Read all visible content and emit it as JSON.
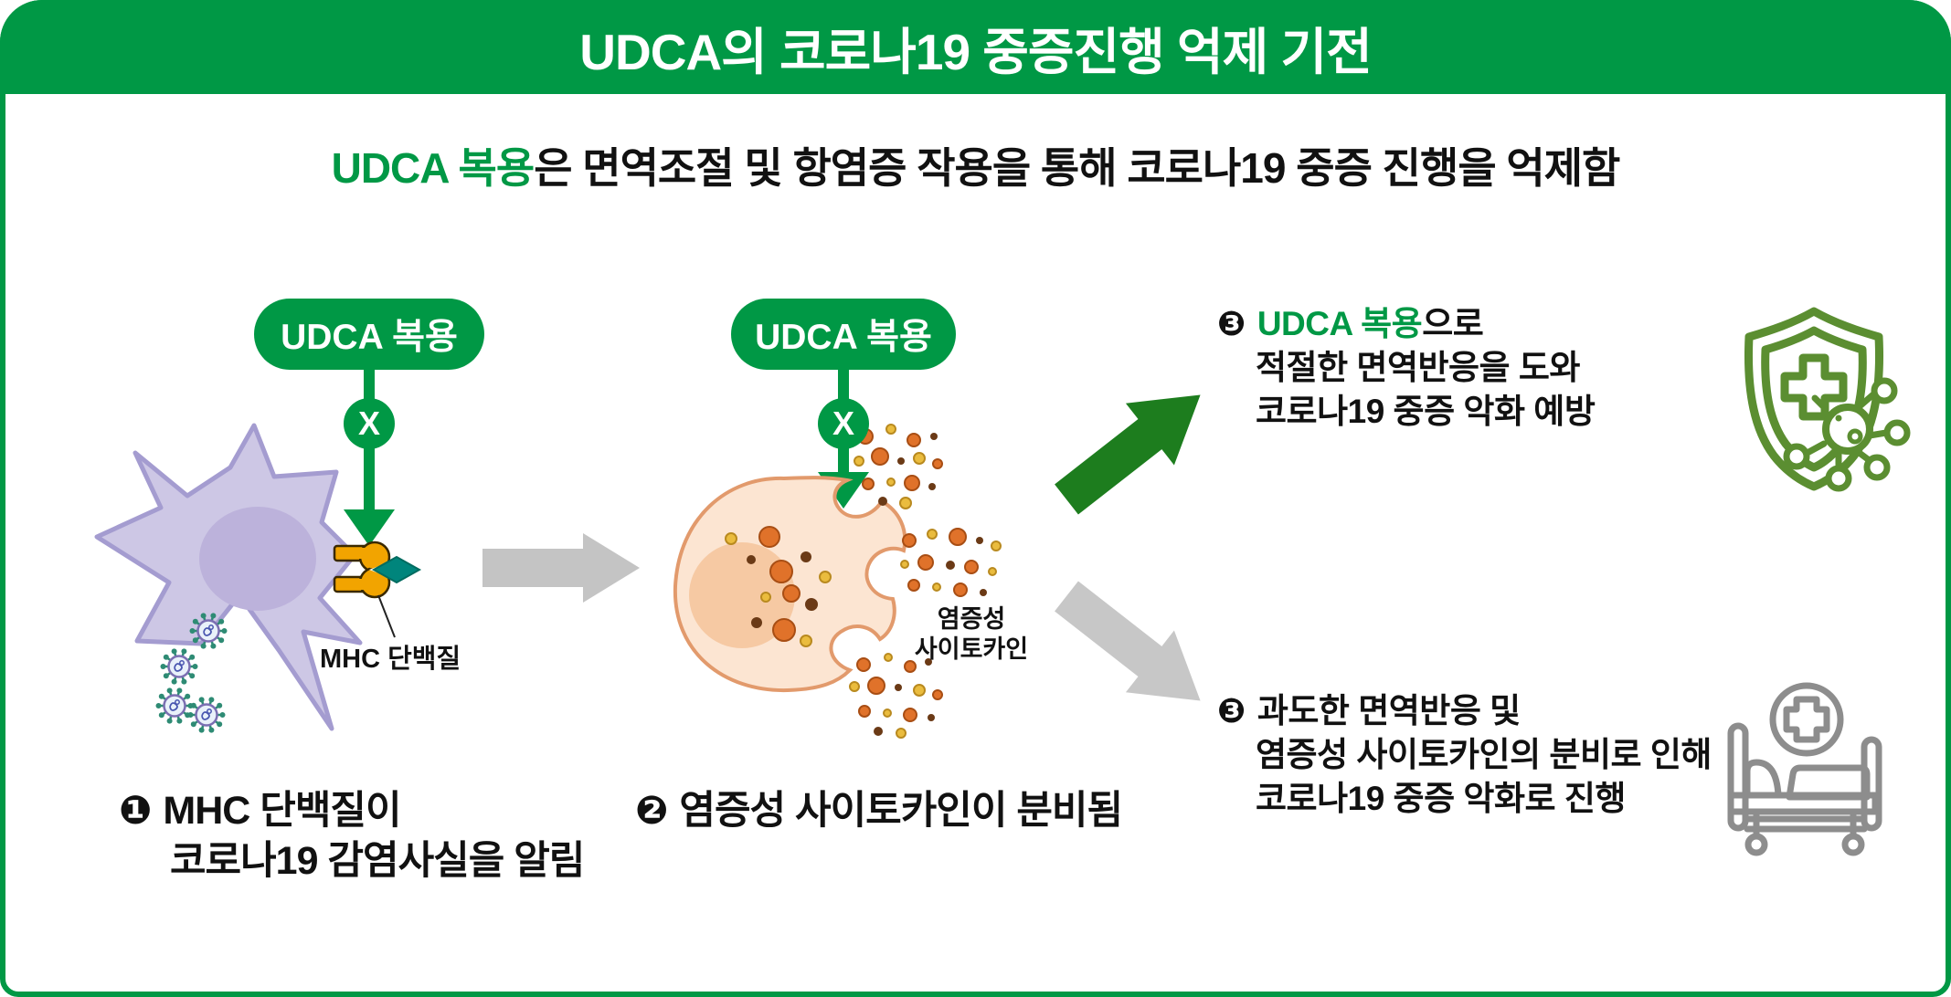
{
  "header": {
    "title": "UDCA의 코로나19 중증진행 억제 기전"
  },
  "subtitle": {
    "highlight": "UDCA 복용",
    "rest": "은 면역조절 및 항염증 작용을 통해 코로나19 중증 진행을 억제함"
  },
  "pills": {
    "label": "UDCA 복용",
    "block_mark": "X"
  },
  "labels": {
    "mhc": "MHC 단백질",
    "cytokine_line1": "염증성",
    "cytokine_line2": "사이토카인"
  },
  "steps": {
    "step1": {
      "bullet": "❶",
      "line1": "MHC 단백질이",
      "line2": "코로나19 감염사실을 알림"
    },
    "step2": {
      "bullet": "❷",
      "text": "염증성 사이토카인이 분비됨"
    },
    "outcome_positive": {
      "bullet": "❸",
      "highlight": "UDCA 복용",
      "line1_rest": "으로",
      "line2": "적절한 면역반응을 도와",
      "line3": "코로나19 중증 악화 예방"
    },
    "outcome_negative": {
      "bullet": "❸",
      "line1": "과도한 면역반응 및",
      "line2": "염증성 사이토카인의 분비로 인해",
      "line3": "코로나19 중증 악화로 진행"
    }
  },
  "icons": {
    "shield": "shield-cross-virus-icon",
    "bed": "hospital-bed-icon",
    "virus": "coronavirus-icon",
    "mhc": "mhc-protein-icon"
  },
  "colors": {
    "primary_green": "#009845",
    "dark_arrow_green": "#1d7d1e",
    "icon_green": "#5b8e31",
    "gray_arrow": "#c4c4c4",
    "icon_gray": "#8d8d8d",
    "text_black": "#111111",
    "cell_purple": "#cdc7e5",
    "cell_peach": "#fce5d2",
    "cytokine_orange": "#e0722a",
    "mhc_gold": "#f2a400",
    "diamond_teal": "#00857c"
  }
}
